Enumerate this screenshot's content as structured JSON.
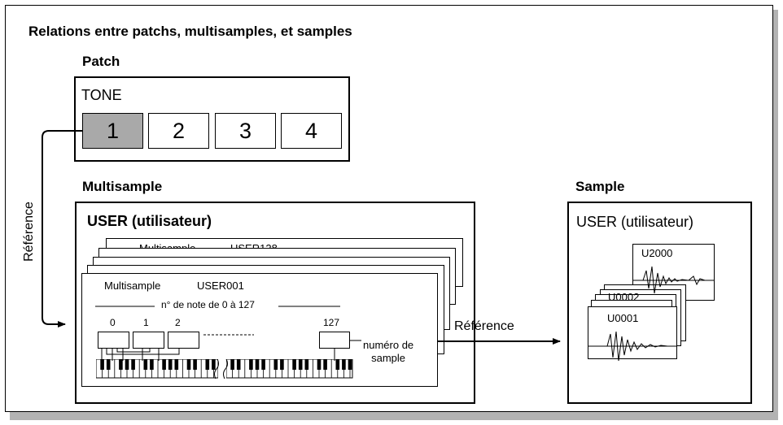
{
  "title": "Relations entre patchs, multisamples, et samples",
  "patch": {
    "heading": "Patch",
    "tone_label": "TONE",
    "tones": [
      "1",
      "2",
      "3",
      "4"
    ]
  },
  "reference_label_vertical": "Référence",
  "multisample": {
    "heading": "Multisample",
    "user_label": "USER (utilisateur)",
    "back_sheet": {
      "label": "Multisample",
      "id": "USER128"
    },
    "front_sheet": {
      "label": "Multisample",
      "id": "USER001"
    },
    "note_range_label": "n° de note de 0 à 127",
    "note_labels": [
      "0",
      "1",
      "2",
      "127"
    ],
    "sample_number_label": [
      "numéro de",
      "sample"
    ]
  },
  "reference_label_horizontal": "Référence",
  "sample": {
    "heading": "Sample",
    "user_label": "USER (utilisateur)",
    "cards": [
      "U2000",
      "U0002",
      "U0001"
    ]
  }
}
